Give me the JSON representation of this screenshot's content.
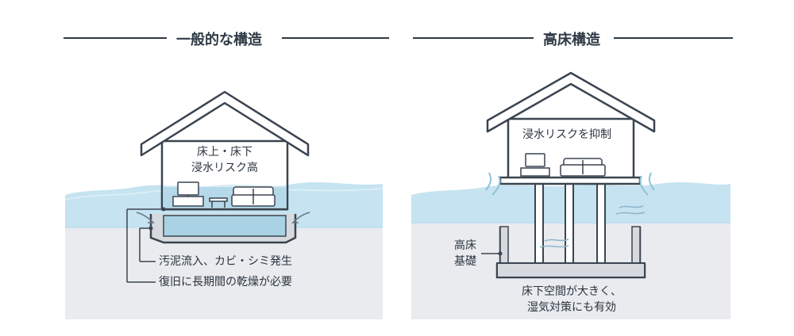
{
  "left_panel": {
    "title": "一般的な構造",
    "house_label_line1": "床上・床下",
    "house_label_line2": "浸水リスク高",
    "note1": "汚泥流入、カビ・シミ発生",
    "note2": "復旧に長期間の乾燥が必要"
  },
  "right_panel": {
    "title": "高床構造",
    "house_label": "浸水リスクを抑制",
    "foundation_label_line1": "高床",
    "foundation_label_line2": "基礎",
    "bottom_label_line1": "床下空間が大きく、",
    "bottom_label_line2": "湿気対策にも有効"
  },
  "colors": {
    "ground": "#e9ebee",
    "water": "#b9dcea",
    "water_deep": "#9ccbe0",
    "line": "#3a4450"
  }
}
